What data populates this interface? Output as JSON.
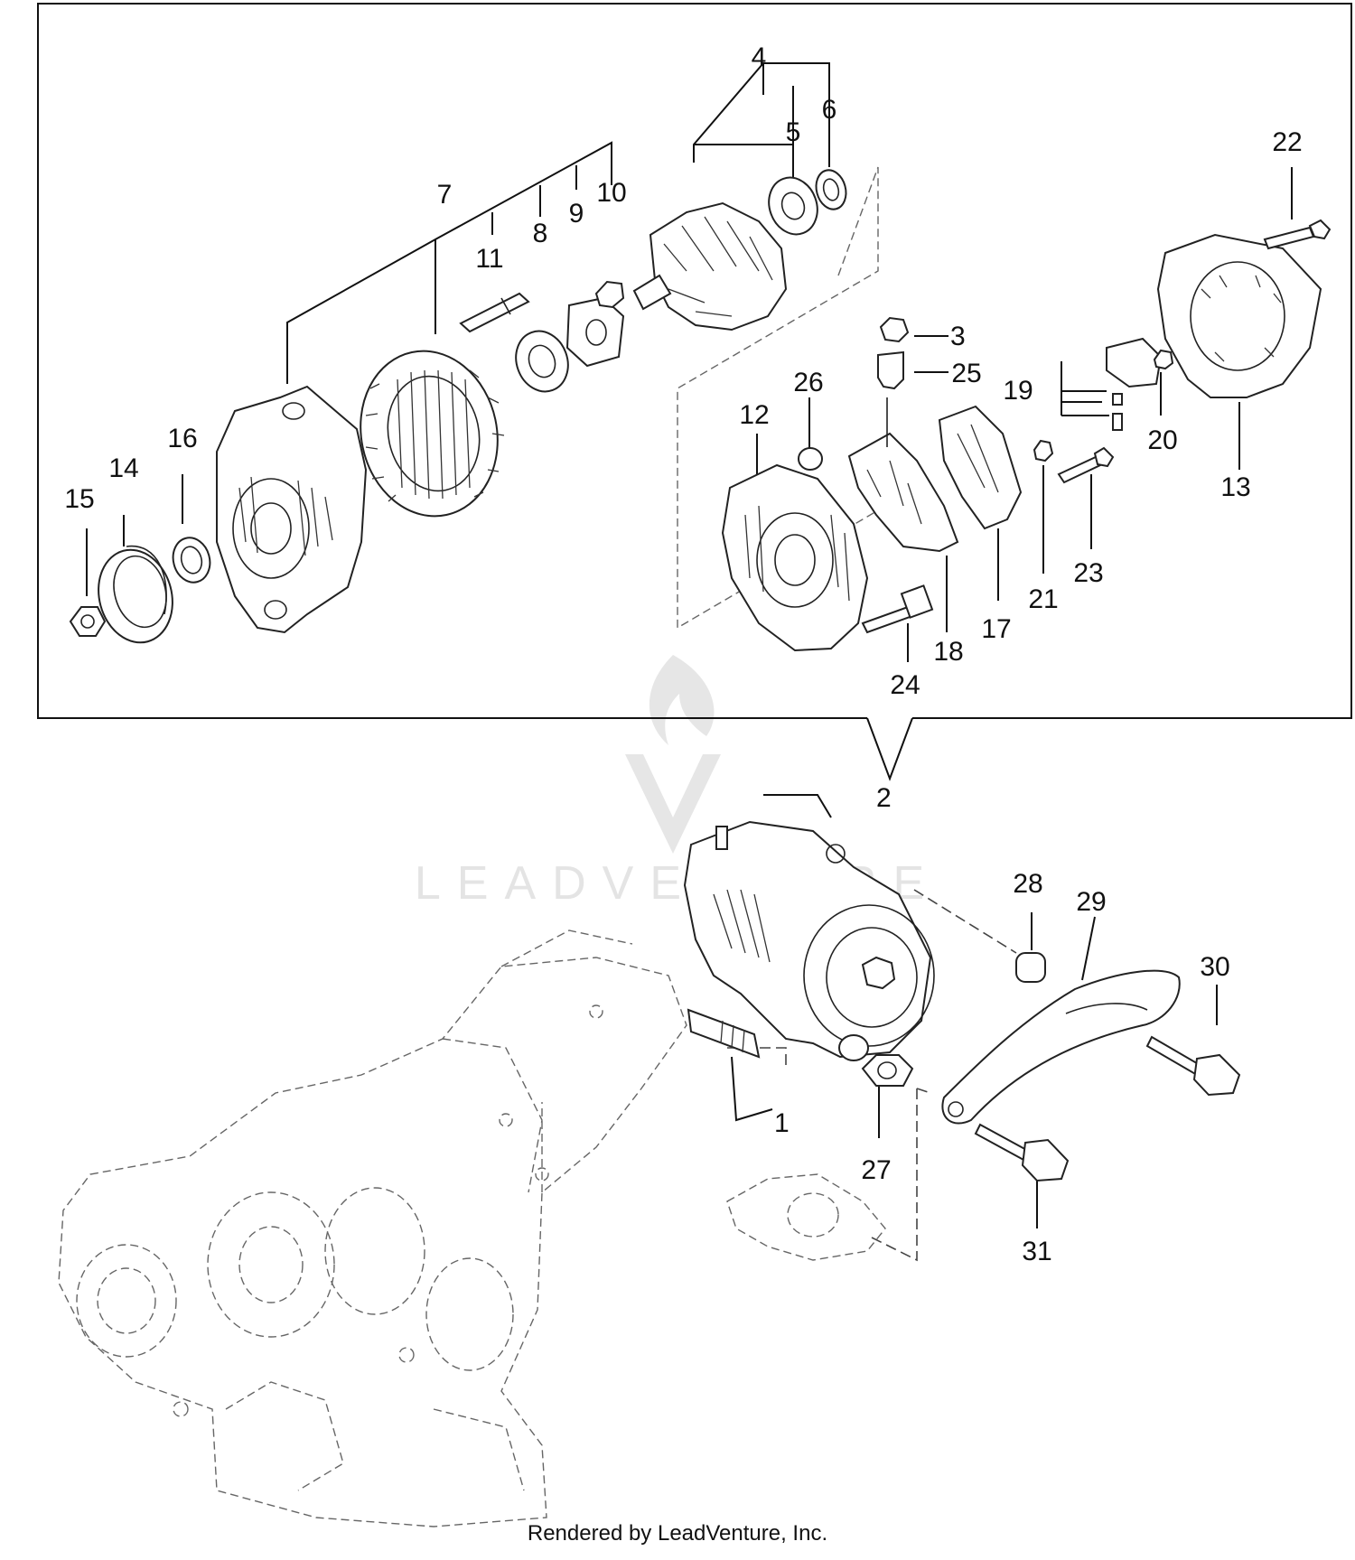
{
  "diagram": {
    "callouts": [
      "1",
      "2",
      "3",
      "4",
      "5",
      "6",
      "7",
      "8",
      "9",
      "10",
      "11",
      "12",
      "13",
      "14",
      "15",
      "16",
      "17",
      "18",
      "19",
      "20",
      "21",
      "22",
      "23",
      "24",
      "25",
      "26",
      "27",
      "28",
      "29",
      "30",
      "31"
    ],
    "watermark": "LEADVENTURE",
    "footer": "Rendered by LeadVenture, Inc."
  },
  "colors": {
    "ink": "#111111",
    "watermark": "#e4e4e4",
    "background": "#ffffff"
  },
  "icons": {
    "watermark_logo": "leadventure-flame-logo"
  }
}
